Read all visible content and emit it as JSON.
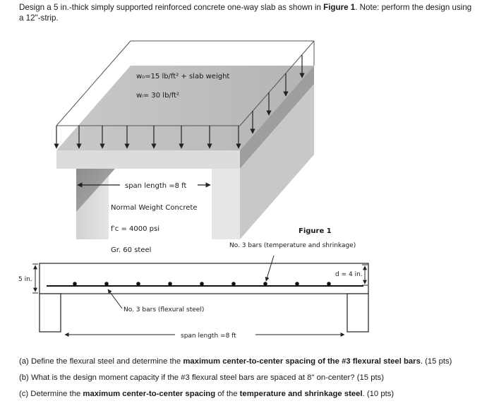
{
  "intro": {
    "part1": "Design a 5 in.-thick simply supported reinforced concrete one-way slab as shown in ",
    "figure_ref": "Figure 1",
    "part2": ". Note: perform the design using a 12\"-strip."
  },
  "figure": {
    "load_dead": "w₀=15 lb/ft² + slab weight",
    "load_live": "wₗ= 30 lb/ft²",
    "span_top": "span length =8 ft",
    "concrete": "Normal Weight Concrete",
    "fc": "f′c = 4000 psi",
    "steel": "Gr. 60 steel",
    "figure_label": "Figure 1",
    "temp_bars": "No. 3 bars (temperature and shrinkage)",
    "d_label": "d = 4 in.",
    "thickness": "5 in.",
    "flex_bars": "No. 3 bars (flexural steel)",
    "span_bottom": "span length =8 ft"
  },
  "questions": {
    "a": {
      "t1": "(a) Define the flexural steel and determine the ",
      "b1": "maximum center-to-center spacing of the #3 flexural steel bars",
      "t2": ". (15 pts)"
    },
    "b": {
      "t1": "(b) What is the design moment capacity if the #3 flexural steel bars are spaced at 8\" on-center? (15 pts)"
    },
    "c": {
      "t1": "(c) Determine the ",
      "b1": "maximum center-to-center spacing",
      "t2": " of the ",
      "b2": "temperature and shrinkage steel",
      "t3": ". (10 pts)"
    }
  }
}
